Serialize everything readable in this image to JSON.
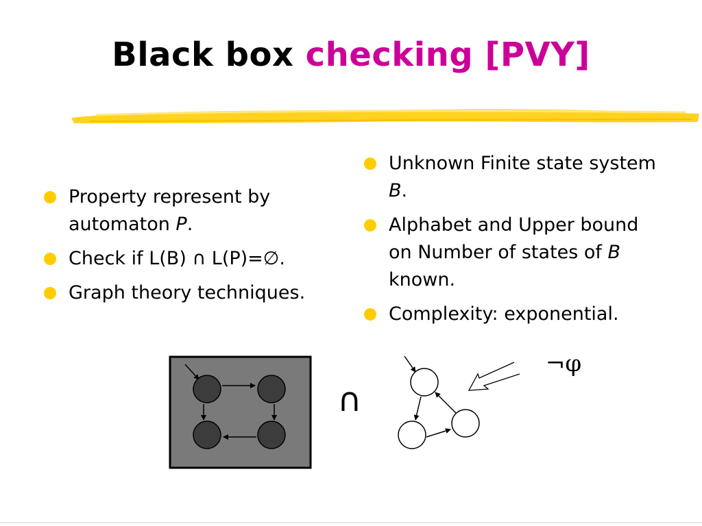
{
  "slide": {
    "title": {
      "main": "Black box",
      "accent": "checking [PVY]",
      "accent_color": "#cc0099"
    },
    "bullet_color": "#ffcc00",
    "left_bullets": [
      {
        "pre": "Property represent by automaton ",
        "var": "P",
        "post": "."
      },
      {
        "text": "Check if L(B) ∩ L(P)=∅."
      },
      {
        "text": "Graph theory techniques."
      }
    ],
    "right_bullets": [
      {
        "pre": "Unknown Finite state system ",
        "var": "B",
        "post": "."
      },
      {
        "pre": "Alphabet and Upper bound on Number of states of ",
        "var": "B",
        "post": "  known."
      },
      {
        "text": "Complexity: exponential."
      }
    ],
    "diagram": {
      "intersection_symbol": "∩",
      "negated_property": "¬φ",
      "box_fill": "#7a7a7a",
      "black_state_fill": "#3c3c3c"
    }
  }
}
